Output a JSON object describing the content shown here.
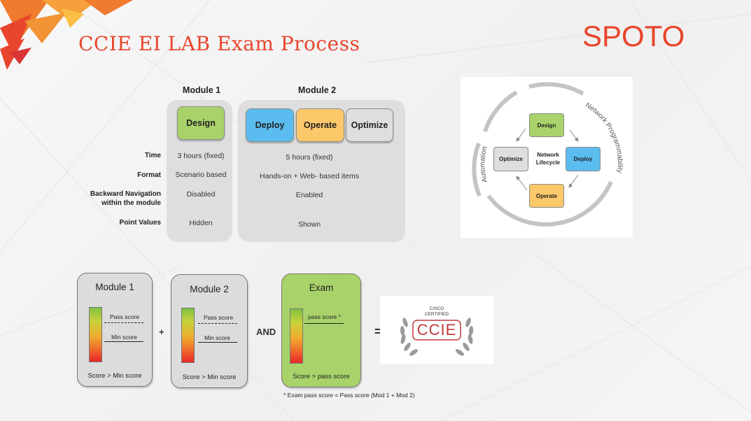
{
  "slide": {
    "title": "CCIE EI LAB Exam Process",
    "brand": "SPOTO",
    "accent_color": "#e8452c"
  },
  "table": {
    "module1_header": "Module 1",
    "module2_header": "Module 2",
    "module1_phases": [
      "Design"
    ],
    "module2_phases": [
      "Deploy",
      "Operate",
      "Optimize"
    ],
    "phase_colors": {
      "Design": "#a9d26a",
      "Deploy": "#5bbcef",
      "Operate": "#fcc86a",
      "Optimize": "#dedede"
    },
    "rows": [
      {
        "label": "Time",
        "module1": "3 hours (fixed)",
        "module2": "5 hours (fixed)"
      },
      {
        "label": "Format",
        "module1": "Scenario based",
        "module2": "Hands-on + Web- based items"
      },
      {
        "label_line1": "Backward Navigation",
        "label_line2": "within the module",
        "module1": "Disabled",
        "module2": "Enabled"
      },
      {
        "label": "Point Values",
        "module1": "Hidden",
        "module2": "Shown"
      }
    ]
  },
  "lifecycle": {
    "center_line1": "Network",
    "center_line2": "Lifecycle",
    "design": "Design",
    "deploy": "Deploy",
    "operate": "Operate",
    "optimize": "Optimize",
    "left_arc_text": "Automation",
    "right_arc_text": "Network Programmability"
  },
  "scoring": {
    "module1": {
      "title": "Module 1",
      "pass": "Pass score",
      "min": "Min score",
      "footer": "Score > Min score"
    },
    "module2": {
      "title": "Module 2",
      "pass": "Pass score",
      "min": "Min score",
      "footer": "Score > Min score"
    },
    "exam": {
      "title": "Exam",
      "pass": "pass  score *",
      "footer": "Score > pass score"
    },
    "plus": "+",
    "and": "AND",
    "equals": "=",
    "footnote": "* Exam pass score = Pass score (Mod 1 + Mod 2)",
    "exam_box_color": "#a9d26a"
  },
  "certificate": {
    "line1": "CISCO",
    "line2": "CERTIFIED",
    "name": "CCIE",
    "color": "#c0393b"
  }
}
